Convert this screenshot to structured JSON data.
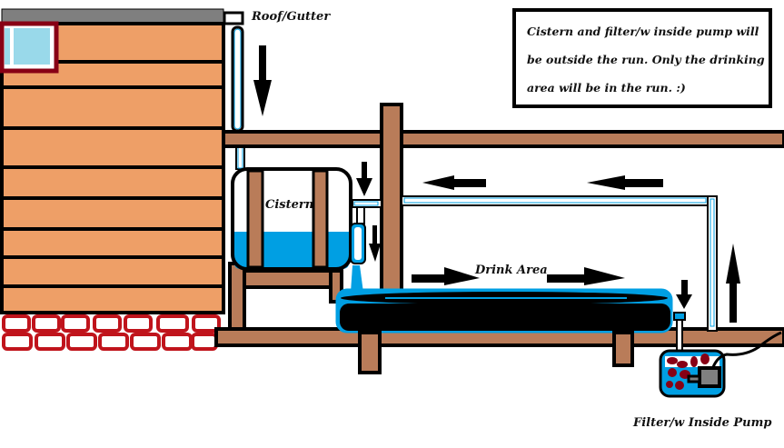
{
  "title": "Cistern and drinking area water flow diagram",
  "labels": {
    "roof_gutter": "Roof/Gutter",
    "cistern": "Cistern",
    "drink_area": "Drink Area",
    "filter_pump": "Filter/w Inside Pump"
  },
  "note": {
    "text": "Cistern and filter/w inside pump will be outside the run. Only the drinking area will be in the run. :)"
  },
  "colors": {
    "siding": "#ee9f67",
    "wood": "#b97c59",
    "water": "#009fe3",
    "window": "#99d9ea",
    "window_frame": "#880015",
    "brick": "#c0141c",
    "roof": "#7f7f7f",
    "filter_media": "#880015",
    "pump": "#808080"
  },
  "flow_arrows": [
    {
      "id": "gutter-down",
      "direction": "down"
    },
    {
      "id": "top-left-1",
      "direction": "left"
    },
    {
      "id": "top-left-2",
      "direction": "left"
    },
    {
      "id": "cistern-inlet-down",
      "direction": "down"
    },
    {
      "id": "cistern-outlet-down",
      "direction": "down"
    },
    {
      "id": "drink-right-1",
      "direction": "right"
    },
    {
      "id": "drink-right-2",
      "direction": "right"
    },
    {
      "id": "filter-inlet-down",
      "direction": "down"
    },
    {
      "id": "return-up",
      "direction": "up"
    }
  ]
}
